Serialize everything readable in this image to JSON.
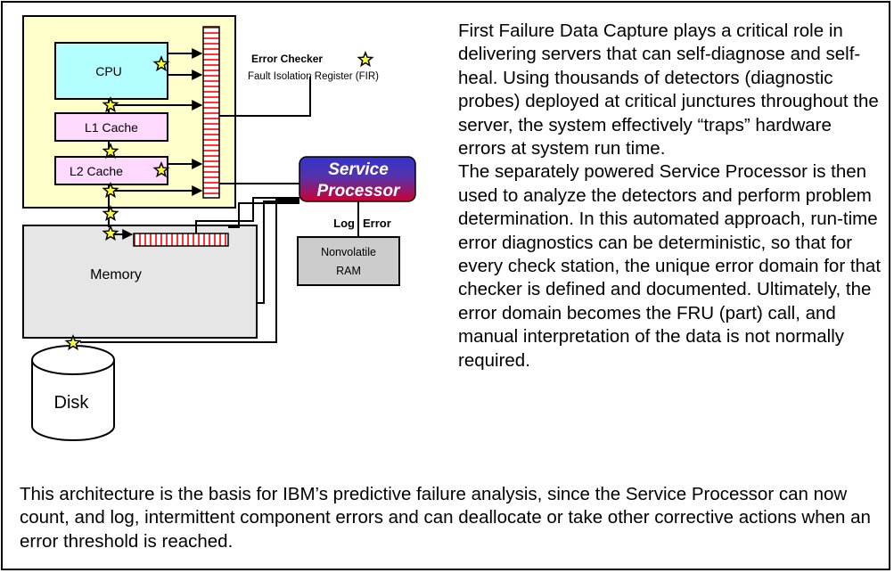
{
  "diagram": {
    "cpu_label": "CPU",
    "l1_label": "L1 Cache",
    "l2_label": "L2 Cache",
    "memory_label": "Memory",
    "disk_label": "Disk",
    "error_checker_label": "Error Checker",
    "fir_label": "Fault Isolation Register (FIR)",
    "service_processor_line1": "Service",
    "service_processor_line2": "Processor",
    "log_label": "Log",
    "error_label": "Error",
    "nvram_line1": "Nonvolatile",
    "nvram_line2": "RAM"
  },
  "text": {
    "right_paragraph": "First Failure Data Capture plays a critical role in delivering servers that can self-diagnose and self-heal.  Using thousands of detectors (diagnostic probes) deployed at critical junctures throughout the server, the system effectively “traps” hardware errors at system run time.\nThe separately powered Service Processor is then used to analyze the detectors and perform problem determination.  In this automated approach, run-time error diagnostics can be deterministic, so that for every check station, the unique error domain for that checker is defined and documented. Ultimately, the error domain becomes the FRU (part) call, and manual interpretation of the data is not normally required.",
    "bottom_paragraph": "This architecture is the basis for IBM’s predictive failure analysis, since the Service Processor can now count, and log, intermittent component errors and can deallocate or take other corrective actions when an error threshold is reached."
  },
  "colors": {
    "chip_area": "#ffffcc",
    "cpu": "#b3ffff",
    "cache": "#ffd9ff",
    "memory": "#e6e6e6",
    "fir_stripe": "#ff3333",
    "star": "#ffff33",
    "sp_top": "#3333cc",
    "sp_bottom": "#cc0033",
    "nvram": "#cccccc"
  }
}
